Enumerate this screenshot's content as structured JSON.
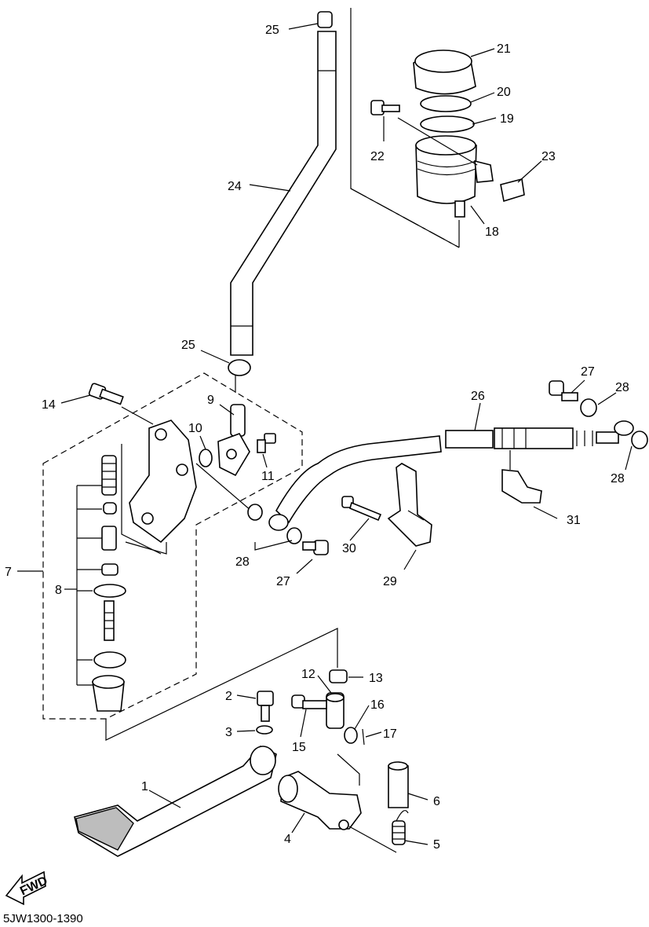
{
  "diagram_code": "5JW1300-1390",
  "fwd_label": "FWD",
  "callouts": {
    "c1": "1",
    "c2": "2",
    "c3": "3",
    "c4": "4",
    "c5": "5",
    "c6": "6",
    "c7": "7",
    "c8": "8",
    "c9": "9",
    "c10": "10",
    "c11": "11",
    "c12": "12",
    "c13": "13",
    "c14": "14",
    "c15": "15",
    "c16": "16",
    "c17": "17",
    "c18": "18",
    "c19": "19",
    "c20": "20",
    "c21": "21",
    "c22": "22",
    "c23": "23",
    "c24": "24",
    "c25a": "25",
    "c25b": "25",
    "c26": "26",
    "c27a": "27",
    "c27b": "27",
    "c28a": "28",
    "c28b": "28",
    "c28c": "28",
    "c29": "29",
    "c30": "30",
    "c31": "31"
  }
}
